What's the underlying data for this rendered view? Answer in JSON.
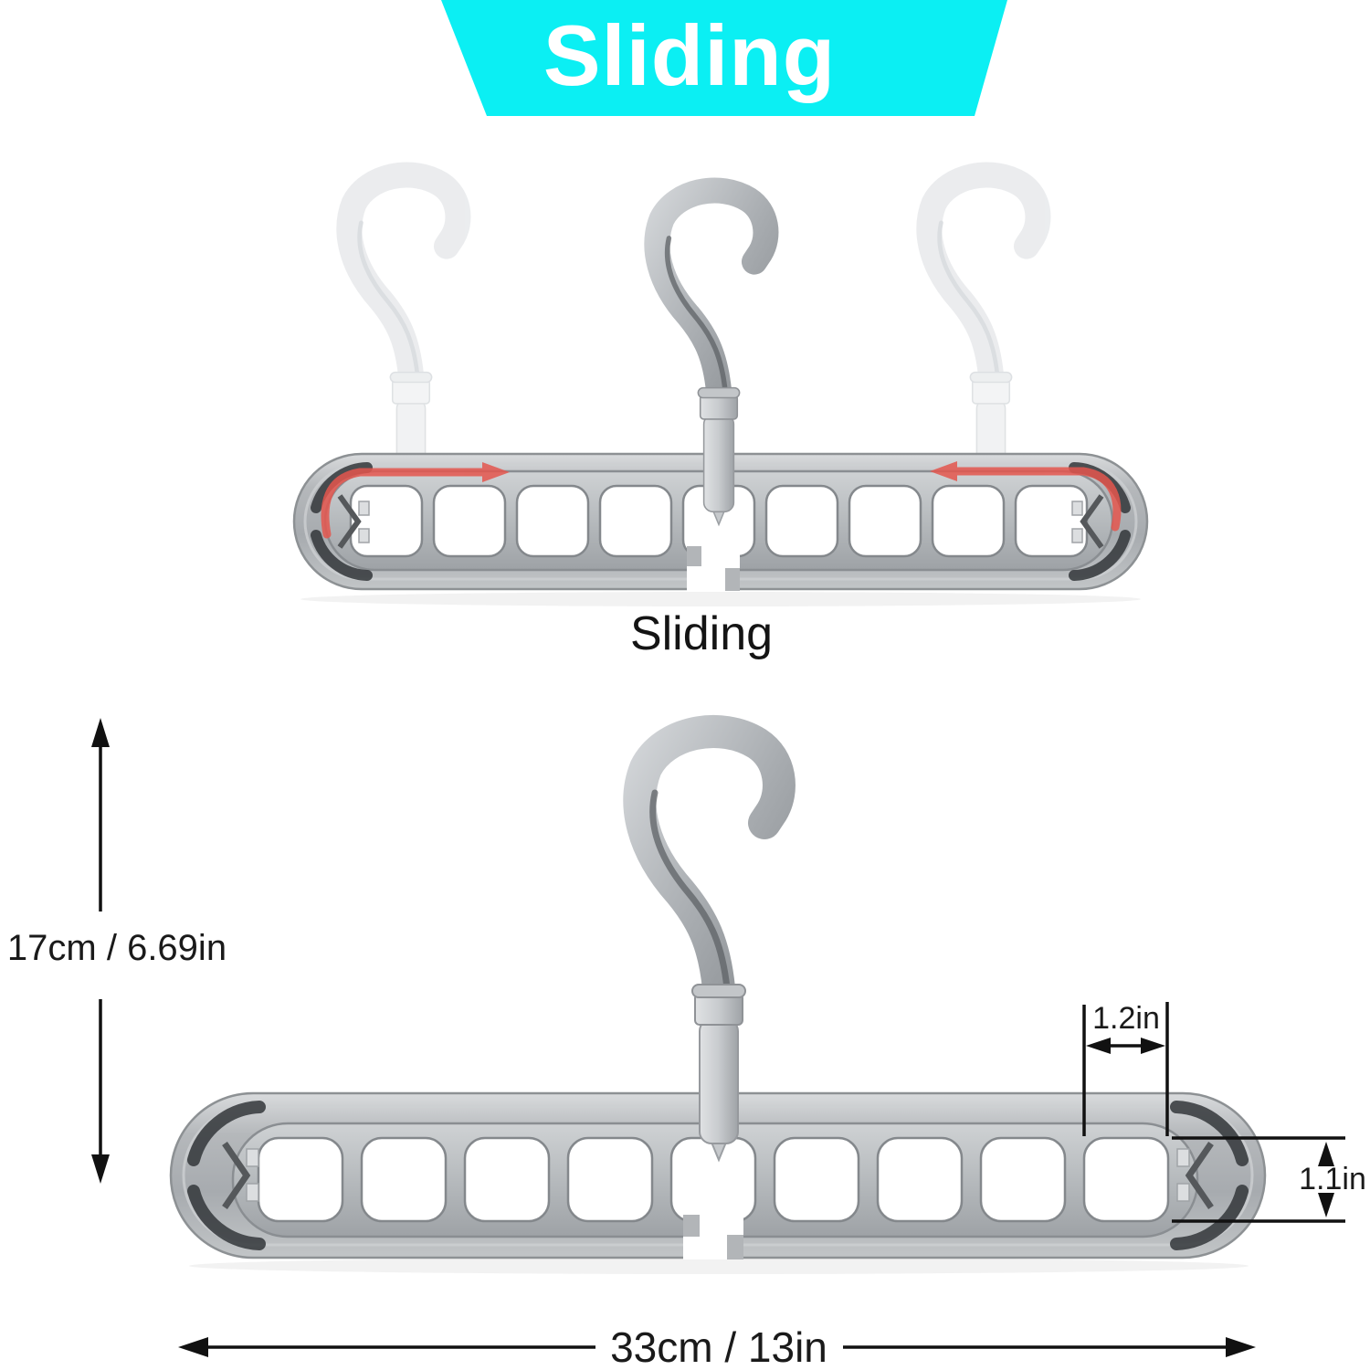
{
  "banner": {
    "label": "Sliding"
  },
  "top_illustration": {
    "caption": "Sliding",
    "hook_count": 3,
    "hole_count": 9,
    "slide_arrow_color": "#E4564E"
  },
  "bottom_illustration": {
    "hook_count": 1,
    "hole_count": 9
  },
  "dimensions": {
    "height": "17cm / 6.69in",
    "hole_width": "1.2in",
    "hole_height": "1.1in",
    "width": "33cm / 13in"
  },
  "colors": {
    "banner_bg": "#0BEFF3",
    "banner_text": "#FFFFFF",
    "annotation_text": "#1A1A1A",
    "hanger_gray": "#A9ADB1",
    "arrow_red": "#E4564E"
  }
}
